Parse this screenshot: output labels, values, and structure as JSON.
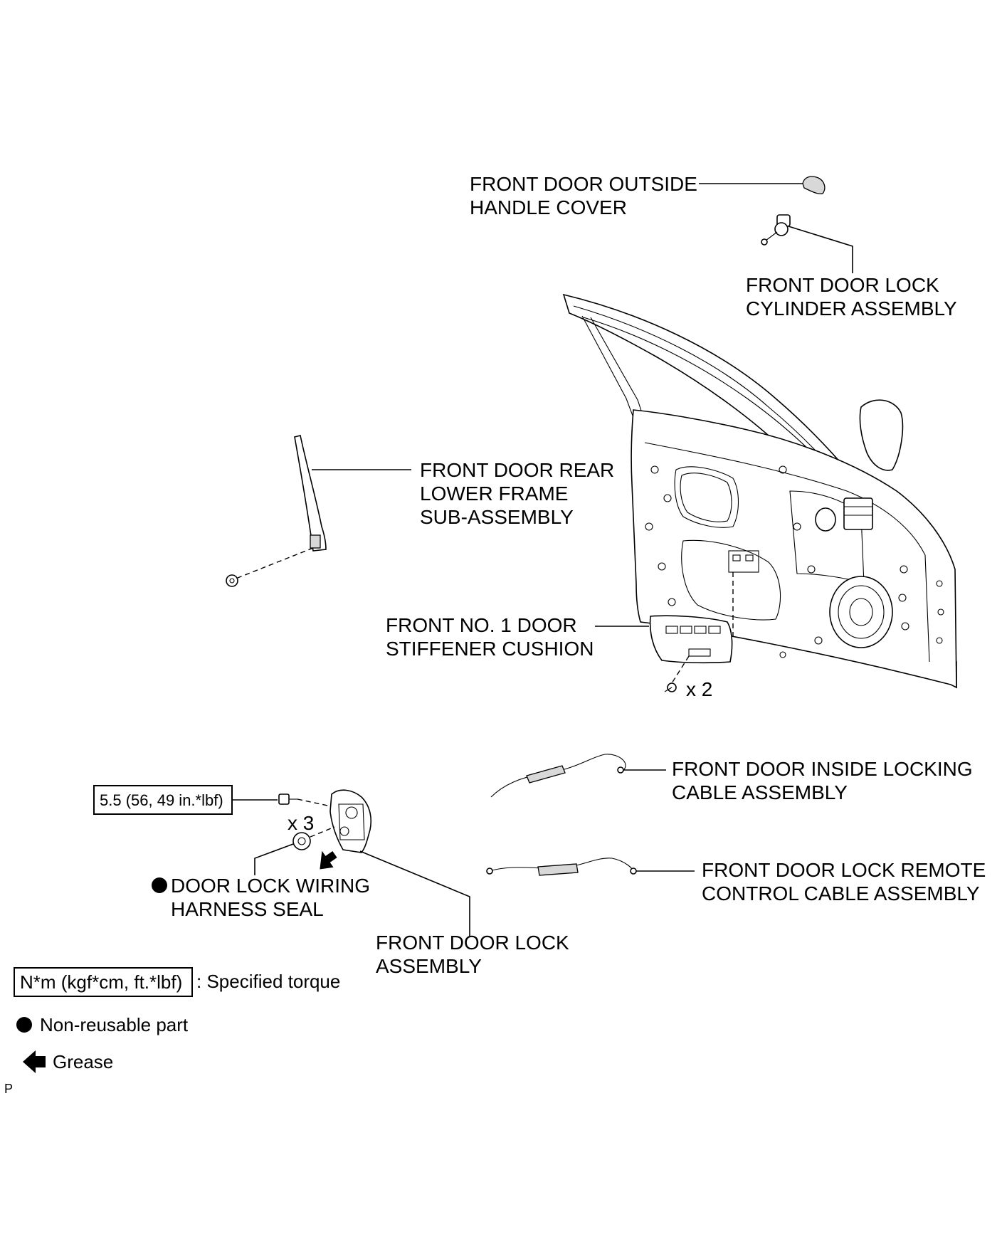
{
  "labels": {
    "outside_handle_cover": [
      "FRONT DOOR OUTSIDE",
      "HANDLE COVER"
    ],
    "lock_cylinder": [
      "FRONT DOOR LOCK",
      "CYLINDER ASSEMBLY"
    ],
    "rear_lower_frame": [
      "FRONT DOOR REAR",
      "LOWER FRAME",
      "SUB-ASSEMBLY"
    ],
    "stiffener_cushion": [
      "FRONT NO. 1 DOOR",
      "STIFFENER CUSHION"
    ],
    "stiffener_screw_qty": "x 2",
    "inside_locking_cable": [
      "FRONT DOOR INSIDE LOCKING",
      "CABLE ASSEMBLY"
    ],
    "remote_control_cable": [
      "FRONT DOOR LOCK REMOTE",
      "CONTROL CABLE ASSEMBLY"
    ],
    "lock_screw_qty": "x 3",
    "torque_value": "5.5 (56, 49 in.*lbf)",
    "wiring_harness_seal": [
      "DOOR LOCK WIRING",
      "HARNESS SEAL"
    ],
    "lock_assembly": [
      "FRONT DOOR LOCK",
      "ASSEMBLY"
    ]
  },
  "legend": {
    "torque_box": "N*m (kgf*cm, ft.*lbf)",
    "torque_desc": ": Specified torque",
    "non_reusable": "Non-reusable part",
    "grease": "Grease"
  },
  "corner_mark": "P",
  "icons": {
    "non_reusable": "filled-circle-icon",
    "grease": "left-arrow-icon"
  }
}
